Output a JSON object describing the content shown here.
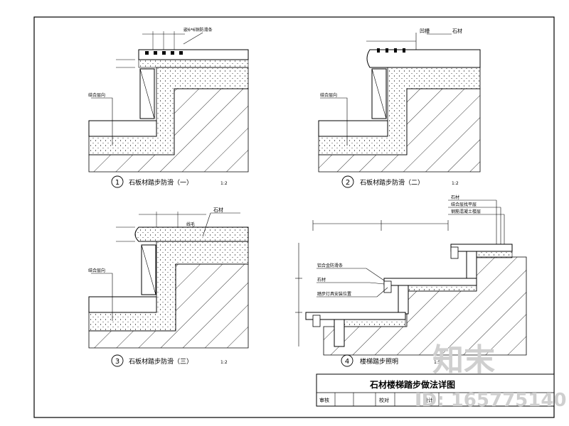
{
  "details": [
    {
      "number": "1",
      "caption": "石板材踏步防滑（一）",
      "scale": "1:2",
      "labels": {
        "top": "嵌6*6铜防滑条",
        "bottom": "结合层向"
      }
    },
    {
      "number": "2",
      "caption": "石板材踏步防滑（二）",
      "scale": "1:2",
      "labels": {
        "top_a": "凹槽",
        "top_b": "石材",
        "bottom": "结合层向"
      }
    },
    {
      "number": "3",
      "caption": "石板材踏步防滑（三）",
      "scale": "1:2",
      "labels": {
        "top": "石材",
        "mid": "线毛",
        "bottom": "结合层向"
      }
    },
    {
      "number": "4",
      "caption": "楼梯踏步照明",
      "scale": "1:5",
      "labels": {
        "l1": "石材",
        "l2": "结合层找平层",
        "l3": "钢筋混凝土楼层",
        "l4": "铝合金防滑条",
        "l5": "石材",
        "l6": "踏步灯具安装位置"
      }
    }
  ],
  "title_block": {
    "title": "石材楼梯踏步做法详图",
    "row_labels": {
      "review": "审核",
      "check": "校对",
      "design": "设计"
    }
  },
  "watermark": {
    "logo": "知末",
    "id": "ID: 165775140"
  }
}
